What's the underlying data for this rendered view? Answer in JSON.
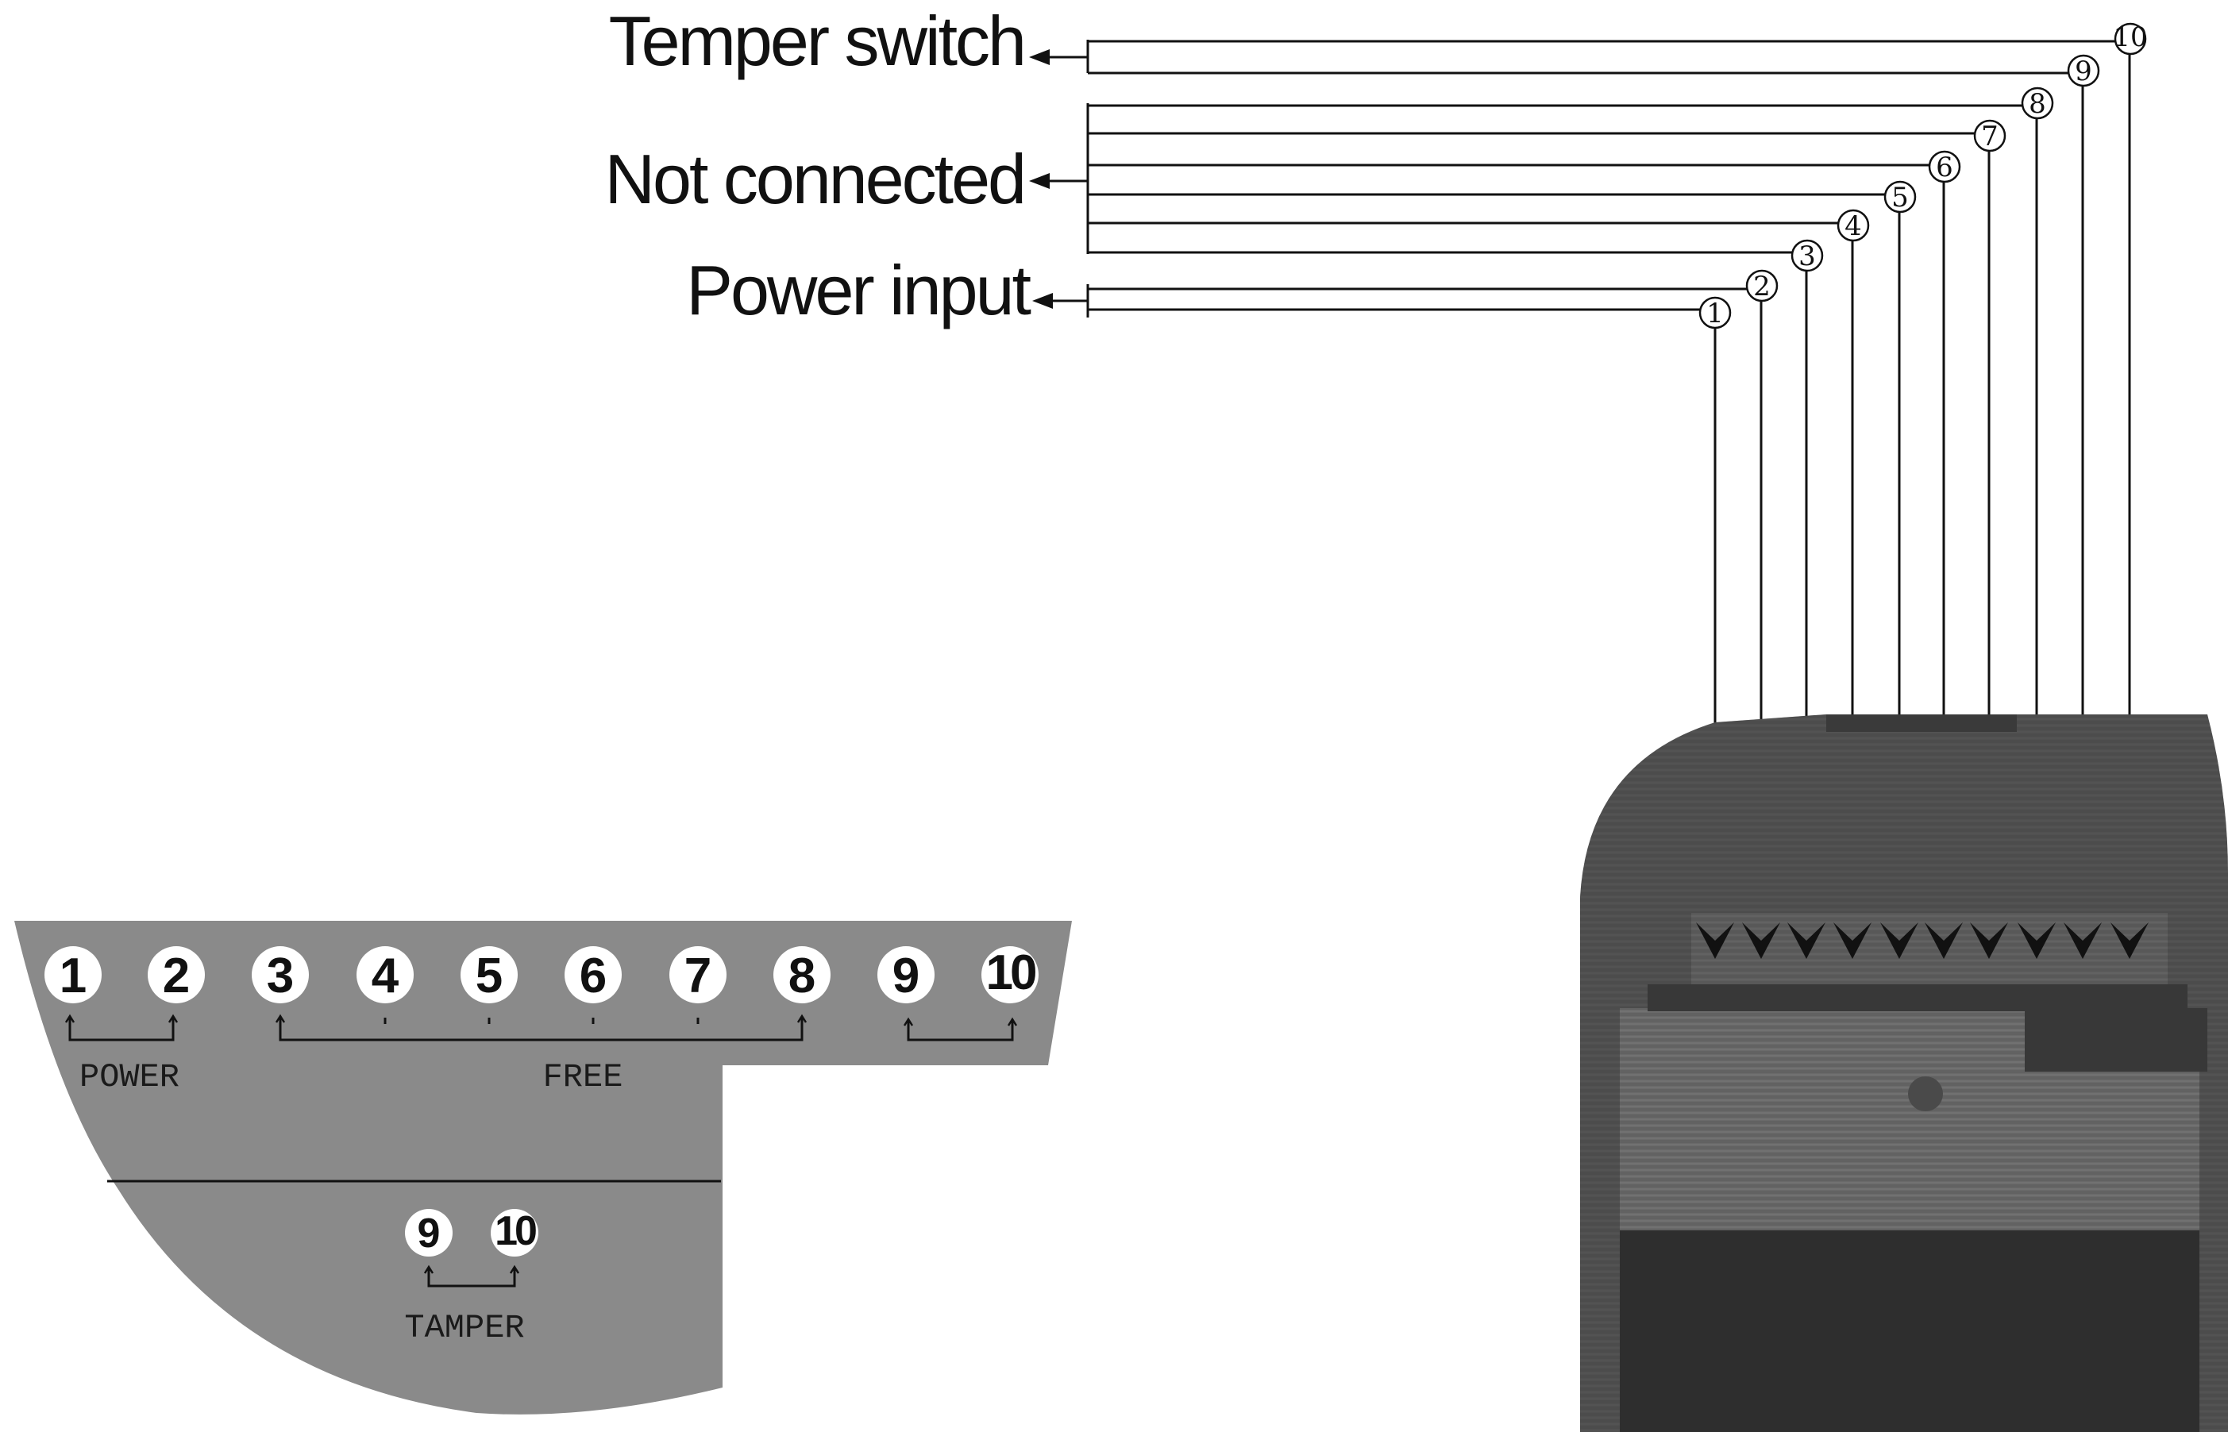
{
  "callouts": {
    "tamper": "Temper switch",
    "not_connected": "Not connected",
    "power": "Power input"
  },
  "wire_numbers": [
    "1",
    "2",
    "3",
    "4",
    "5",
    "6",
    "7",
    "8",
    "9",
    "10"
  ],
  "panel": {
    "top_terminals": [
      "1",
      "2",
      "3",
      "4",
      "5",
      "6",
      "7",
      "8",
      "9",
      "10"
    ],
    "tamper_terminals": [
      "9",
      "10"
    ],
    "labels": {
      "power": "POWER",
      "free": "FREE",
      "tamper": "TAMPER"
    }
  },
  "colors": {
    "line": "#111111",
    "panel_fill": "#8a8a8a",
    "device_body": "#3c3c3c",
    "terminal_face": "#ffffff"
  }
}
